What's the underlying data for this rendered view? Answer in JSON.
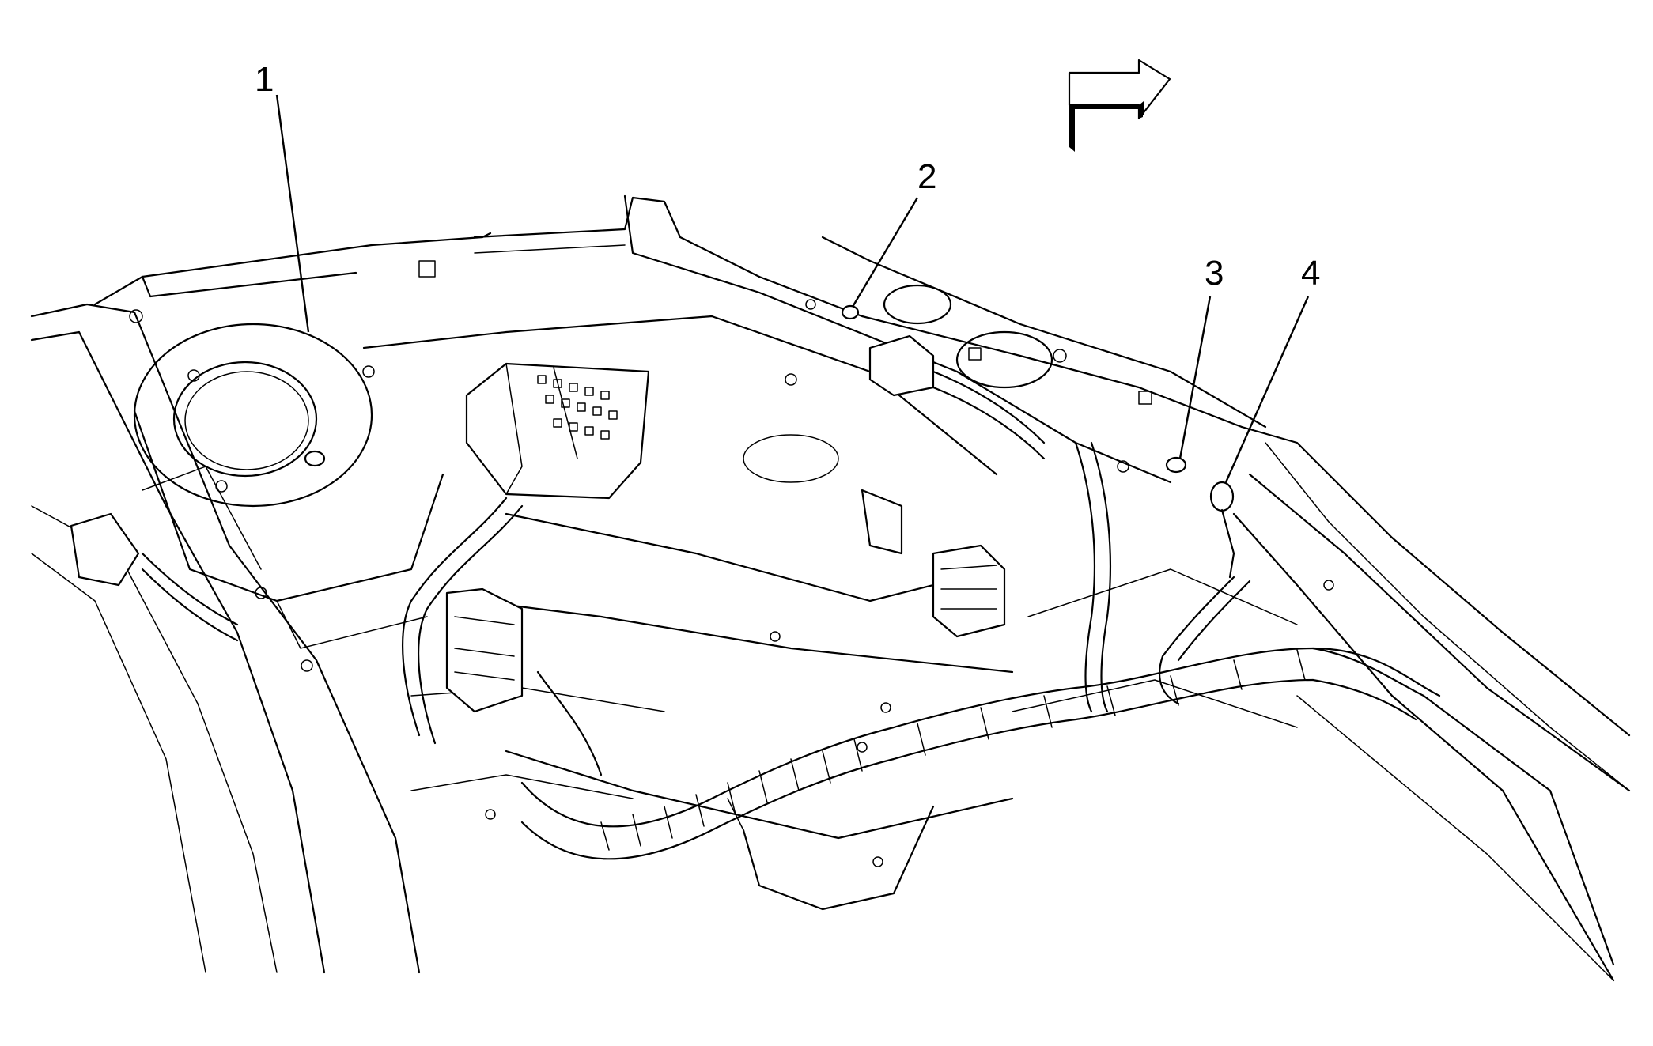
{
  "callouts": [
    {
      "label": "1"
    },
    {
      "label": "2"
    },
    {
      "label": "3"
    },
    {
      "label": "4"
    }
  ],
  "direction_arrow": {
    "icon": "forward-direction-arrow-icon"
  }
}
